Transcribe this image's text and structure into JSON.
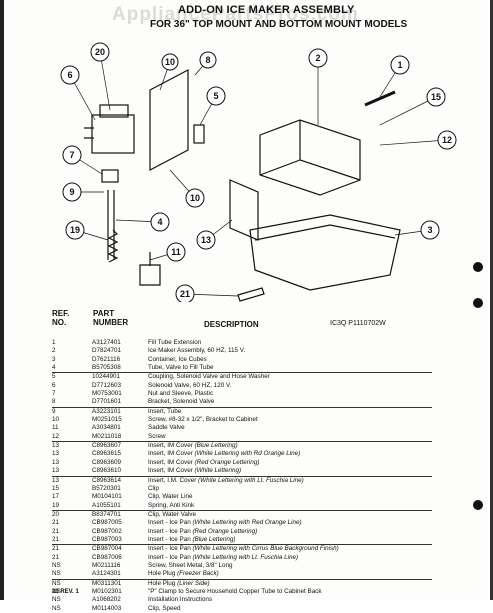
{
  "watermark": "AppliancePartsPros.com",
  "title": {
    "line1": "ADD-ON ICE MAKER ASSEMBLY",
    "line2": "FOR 36\" TOP MOUNT AND BOTTOM MOUNT MODELS"
  },
  "diagram": {
    "callouts": [
      "20",
      "10",
      "8",
      "6",
      "5",
      "2",
      "1",
      "15",
      "12",
      "3",
      "7",
      "9",
      "4",
      "19",
      "10",
      "11",
      "13",
      "21",
      "3"
    ]
  },
  "table": {
    "headers": {
      "ref": "REF.\nNO.",
      "part": "PART\nNUMBER",
      "description": "DESCRIPTION",
      "code": "IC3Q  P1110702W"
    },
    "rows": [
      {
        "ref": "1",
        "part": "A3127401",
        "desc": "Fill Tube Extension",
        "ruled": false
      },
      {
        "ref": "2",
        "part": "D7824701",
        "desc": "Ice Maker Assembly, 60 HZ, 115 V.",
        "ruled": false
      },
      {
        "ref": "3",
        "part": "D7621116",
        "desc": "Container, Ice Cubes",
        "ruled": false
      },
      {
        "ref": "4",
        "part": "B5705308",
        "desc": "Tube, Valve to Fill Tube",
        "ruled": true
      },
      {
        "ref": "5",
        "part": "10244901",
        "desc": "Coupling, Solenoid Valve and Hose Washer",
        "ruled": false
      },
      {
        "ref": "6",
        "part": "D7712603",
        "desc": "Solenoid Valve, 60 HZ, 120 V.",
        "ruled": false
      },
      {
        "ref": "7",
        "part": "M0753001",
        "desc": "Nut and Sleeve, Plastic",
        "ruled": false
      },
      {
        "ref": "8",
        "part": "D7701601",
        "desc": "Bracket, Solenoid Valve",
        "ruled": true
      },
      {
        "ref": "9",
        "part": "A3223101",
        "desc": "Insert, Tube",
        "ruled": false
      },
      {
        "ref": "10",
        "part": "M0251015",
        "desc": "Screw, #8-32 x 1/2\", Bracket to Cabinet",
        "ruled": false
      },
      {
        "ref": "11",
        "part": "A3034801",
        "desc": "Saddle Valve",
        "ruled": false
      },
      {
        "ref": "12",
        "part": "M0211018",
        "desc": "Screw",
        "ruled": true
      },
      {
        "ref": "13",
        "part": "C8963607",
        "desc": "Insert, IM Cover",
        "note": "(Blue Lettering)",
        "ruled": false
      },
      {
        "ref": "13",
        "part": "C8963615",
        "desc": "Insert, IM Cover",
        "note": "(White Lettering with Rd Orange Line)",
        "ruled": false
      },
      {
        "ref": "13",
        "part": "C8963609",
        "desc": "Insert, IM Cover",
        "note": "(Red Orange Lettering)",
        "ruled": false
      },
      {
        "ref": "13",
        "part": "C8963610",
        "desc": "Insert, IM Cover",
        "note": "(White Lettering)",
        "ruled": true
      },
      {
        "ref": "13",
        "part": "C8963614",
        "desc": "Insert, I.M. Cover",
        "note": "(White Lettering with Lt. Fuschia Line)",
        "ruled": false
      },
      {
        "ref": "15",
        "part": "B5720301",
        "desc": "Clip",
        "ruled": false
      },
      {
        "ref": "17",
        "part": "M0104101",
        "desc": "Clip, Water Line",
        "ruled": false
      },
      {
        "ref": "19",
        "part": "A1055101",
        "desc": "Spring, Anti Kink",
        "ruled": true
      },
      {
        "ref": "20",
        "part": "B8374701",
        "desc": "Clip, Water Valve",
        "ruled": false
      },
      {
        "ref": "21",
        "part": "CB987005",
        "desc": "Insert - Ice Pan",
        "note": "(White Lettering with Red Orange Line)",
        "ruled": false
      },
      {
        "ref": "21",
        "part": "CB987002",
        "desc": "Insert - Ice Pan",
        "note": "(Red Orange Lettering)",
        "ruled": false
      },
      {
        "ref": "21",
        "part": "CB987003",
        "desc": "Insert - Ice Pan",
        "note": "(Blue Lettering)",
        "ruled": true
      },
      {
        "ref": "21",
        "part": "CB987004",
        "desc": "Insert - Ice Pan",
        "note": "(White Lettering with Cirrus Blue Background Finish)",
        "ruled": false
      },
      {
        "ref": "21",
        "part": "CB987006",
        "desc": "Insert - Ice Pan",
        "note": "(White Lettering with Lt. Fuschia Line)",
        "ruled": false
      },
      {
        "ref": "NS",
        "part": "M0211116",
        "desc": "Screw, Sheet Metal, 3/8\" Long",
        "ruled": false
      },
      {
        "ref": "NS",
        "part": "A3124301",
        "desc": "Hole Plug",
        "note": "(Freezer Back)",
        "ruled": true
      },
      {
        "ref": "NS",
        "part": "M0311301",
        "desc": "Hole Plug",
        "note": "(Liner Side)",
        "ruled": false
      },
      {
        "ref": "NS",
        "part": "M0102301",
        "desc": "\"P\" Clamp to Secure Household Copper Tube to Cabinet Back",
        "ruled": false
      },
      {
        "ref": "NS",
        "part": "A1068202",
        "desc": "Installation Instructions",
        "ruled": false
      },
      {
        "ref": "NS",
        "part": "M0114003",
        "desc": "Clip, Speed",
        "ruled": false
      }
    ]
  },
  "footer": "20 REV. 1"
}
